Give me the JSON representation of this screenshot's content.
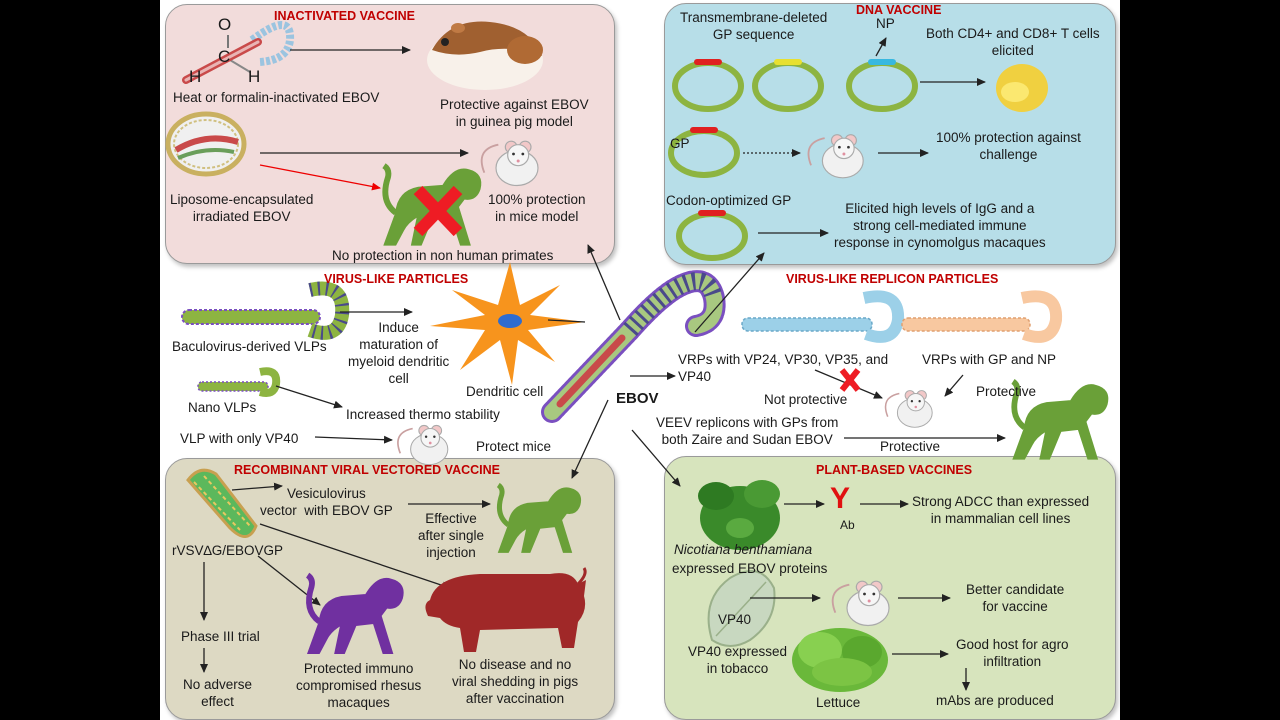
{
  "colors": {
    "inactivated_panel": "#f2dcdb",
    "dna_panel": "#b7dee8",
    "viral_vector_panel": "#ddd9c3",
    "plant_panel": "#d7e4bd",
    "heading": "#c00000",
    "monkey_green": "#6aa038",
    "monkey_purple": "#7030a0",
    "pig_red": "#a02828",
    "cross_red": "#ee1c24",
    "plasmid_green": "#8db441"
  },
  "inactivated": {
    "title": "INACTIVATED VACCINE",
    "formula_o": "O",
    "formula_c": "C",
    "formula_h1": "H",
    "formula_h2": "H",
    "heat_label": "Heat or formalin-inactivated EBOV",
    "guinea_pig_result": "Protective against EBOV\nin guinea pig model",
    "liposome_label": "Liposome-encapsulated\nirradiated EBOV",
    "mice_result": "100% protection\nin mice model",
    "primate_result": "No protection in non human primates"
  },
  "dna": {
    "title": "DNA VACCINE",
    "tm_deleted": "Transmembrane-deleted\nGP sequence",
    "np": "NP",
    "t_cells": "Both CD4+ and CD8+ T cells\nelicited",
    "gp": "GP",
    "protection": "100% protection against\nchallenge",
    "codon": "Codon-optimized GP",
    "igg": "Elicited high levels of IgG and a\nstrong cell-mediated immune\nresponse in cynomolgus macaques"
  },
  "vlp": {
    "title": "VIRUS-LIKE PARTICLES",
    "baculo": "Baculovirus-derived VLPs",
    "induce": "Induce\nmaturation of\nmyeloid dendritic\ncell",
    "dendritic": "Dendritic cell",
    "nano": "Nano VLPs",
    "thermo": "Increased thermo stability",
    "vp40_only": "VLP with only VP40",
    "protect_mice": "Protect mice"
  },
  "center": {
    "ebov": "EBOV"
  },
  "vrp": {
    "title": "VIRUS-LIKE REPLICON PARTICLES",
    "vrps_vp": "VRPs with VP24, VP30, VP35, and\nVP40",
    "not_protective": "Not protective",
    "vrps_gp_np": "VRPs with GP and NP",
    "protective_1": "Protective",
    "veev": "VEEV replicons with GPs from\nboth Zaire and Sudan EBOV",
    "protective_2": "Protective"
  },
  "viral_vector": {
    "title": "RECOMBINANT VIRAL VECTORED VACCINE",
    "vesiculo": "Vesiculovirus\nvector  with EBOV GP",
    "effective": "Effective\nafter single\ninjection",
    "rvsv": "rVSV∆G/EBOVGP",
    "phase": "Phase III trial",
    "adverse": "No adverse\neffect",
    "immuno": "Protected immuno\ncompromised rhesus\nmacaques",
    "pigs": "No disease and no\nviral shedding in pigs\nafter vaccination"
  },
  "plant": {
    "title": "PLANT-BASED VACCINES",
    "y": "Y",
    "ab": "Ab",
    "adcc": "Strong ADCC than expressed\nin mammalian cell lines",
    "nicotiana": "Nicotiana benthamiana",
    "expressed": "expressed EBOV proteins",
    "vp40_leaf": "VP40",
    "better": "Better candidate\nfor vaccine",
    "vp40_tobacco": "VP40 expressed\nin tobacco",
    "good_host": "Good host for agro\ninfiltration",
    "lettuce": "Lettuce",
    "mabs": "mAbs are produced"
  }
}
